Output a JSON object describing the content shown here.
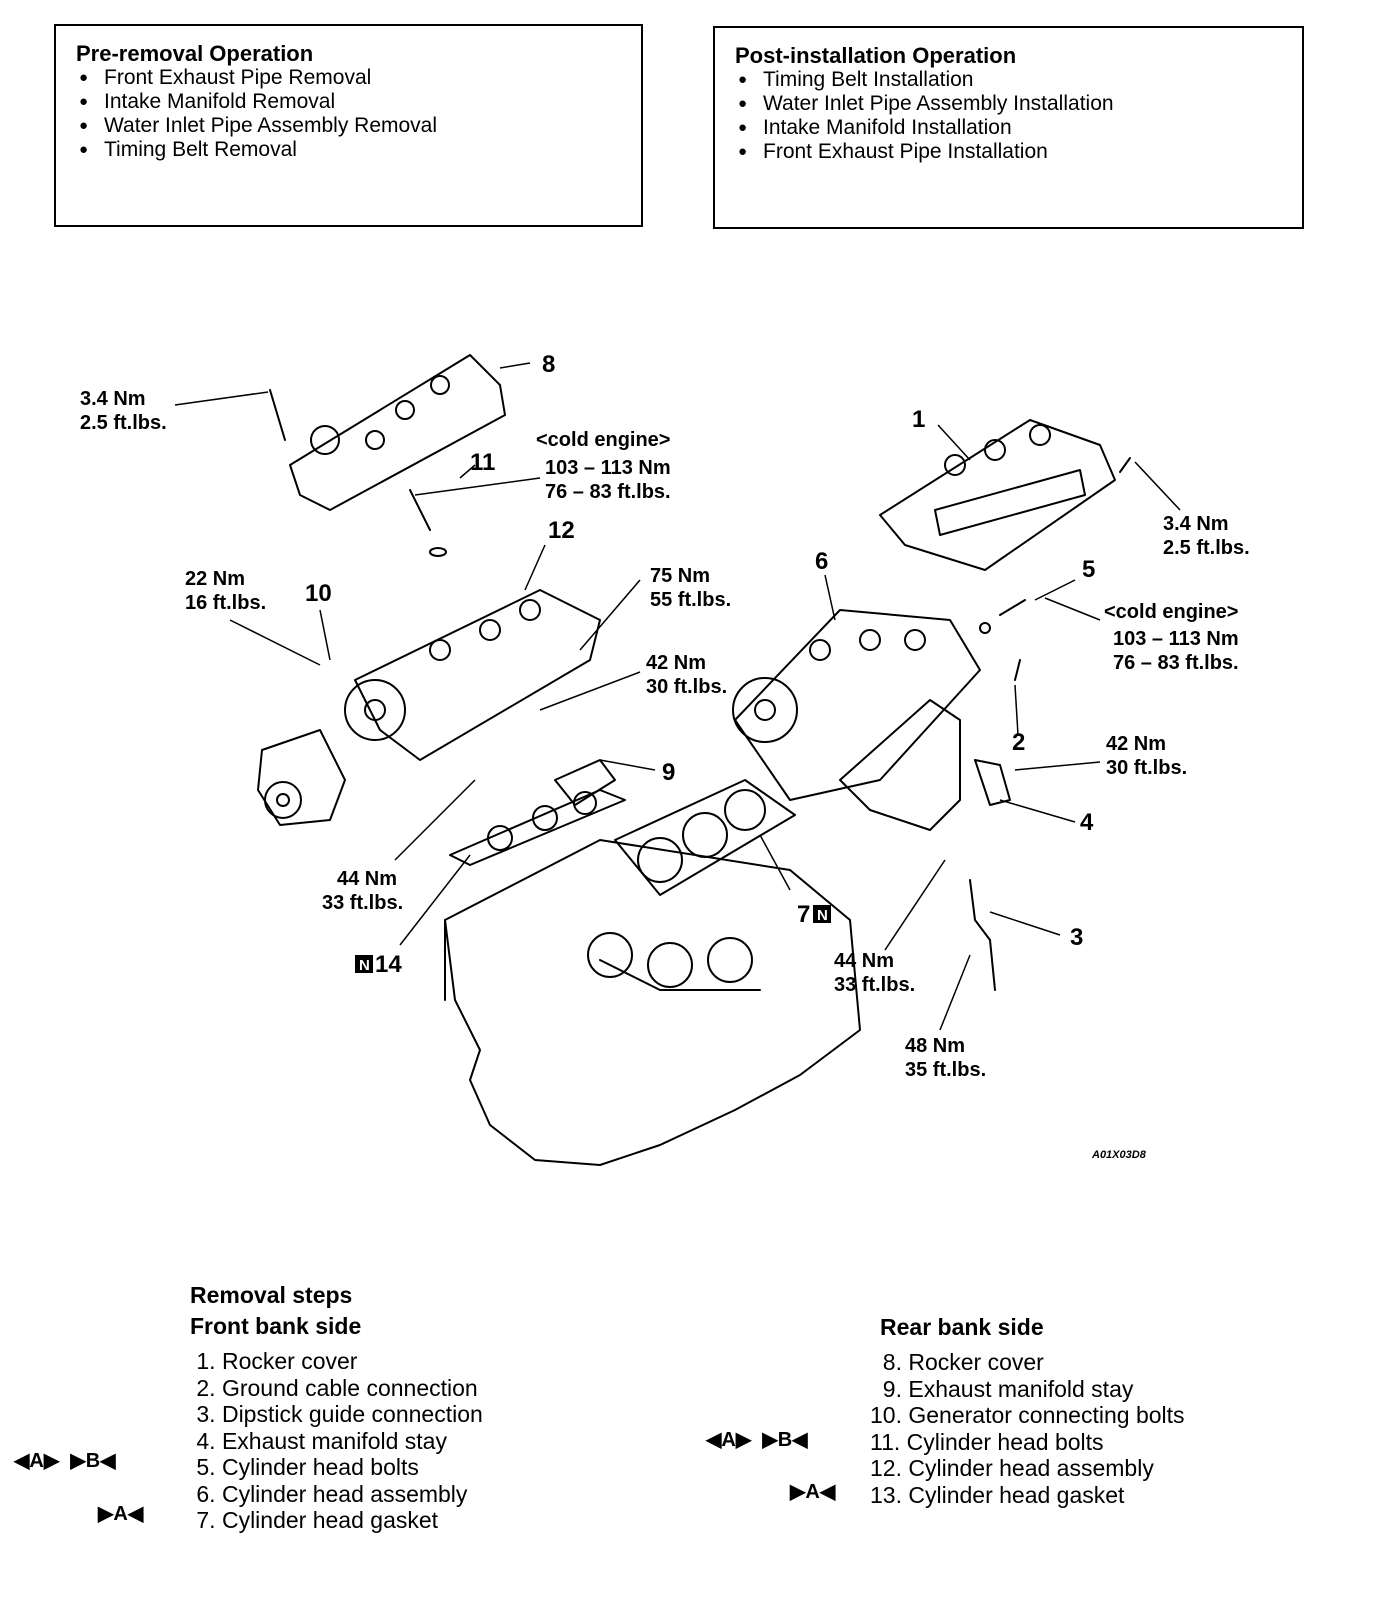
{
  "pre_removal": {
    "title": "Pre-removal Operation",
    "items": [
      "Front Exhaust Pipe Removal",
      "Intake Manifold Removal",
      "Water Inlet Pipe Assembly Removal",
      "Timing Belt Removal"
    ]
  },
  "post_installation": {
    "title": "Post-installation Operation",
    "items": [
      "Timing Belt Installation",
      "Water Inlet Pipe Assembly Installation",
      "Intake Manifold Installation",
      "Front Exhaust Pipe Installation"
    ]
  },
  "diagram": {
    "torque_8_nm": "3.4 Nm",
    "torque_8_ft": "2.5 ft.lbs.",
    "part_8": "8",
    "cold_11": "<cold engine>",
    "torque_11_nm": "103 – 113 Nm",
    "torque_11_ft": "76 – 83 ft.lbs.",
    "part_11": "11",
    "part_12": "12",
    "torque_10_nm": "22 Nm",
    "torque_10_ft": "16 ft.lbs.",
    "part_10": "10",
    "torque_12_nm": "75 Nm",
    "torque_12_ft": "55 ft.lbs.",
    "torque_9_nm": "42 Nm",
    "torque_9_ft": "30 ft.lbs.",
    "part_9": "9",
    "torque_14_nm": "44 Nm",
    "torque_14_ft": "33 ft.lbs.",
    "part_14": "14",
    "part_7": "7",
    "part_1": "1",
    "torque_1_nm": "3.4 Nm",
    "torque_1_ft": "2.5 ft.lbs.",
    "part_6": "6",
    "part_5": "5",
    "cold_5": "<cold engine>",
    "torque_5_nm": "103 – 113 Nm",
    "torque_5_ft": "76 – 83 ft.lbs.",
    "part_2": "2",
    "torque_4_nm": "42 Nm",
    "torque_4_ft": "30 ft.lbs.",
    "part_4": "4",
    "part_3": "3",
    "torque_3a_nm": "44 Nm",
    "torque_3a_ft": "33 ft.lbs.",
    "torque_3b_nm": "48 Nm",
    "torque_3b_ft": "35 ft.lbs.",
    "new_marker": "N",
    "figure_code": "A01X03D8"
  },
  "removal": {
    "title": "Removal steps",
    "front_title": "Front bank side",
    "rear_title": "Rear bank side",
    "front": [
      " 1. Rocker cover",
      " 2. Ground cable connection",
      " 3. Dipstick guide connection",
      " 4. Exhaust manifold stay",
      " 5. Cylinder head bolts",
      " 6. Cylinder head assembly",
      " 7. Cylinder head gasket"
    ],
    "rear": [
      "  8. Rocker cover",
      "  9. Exhaust manifold stay",
      "10. Generator connecting bolts",
      "11. Cylinder head bolts",
      "12. Cylinder head assembly",
      "13. Cylinder head gasket"
    ],
    "mark_front_5": "◀A▶  ▶B◀",
    "mark_front_7": "▶A◀",
    "mark_rear_11": "◀A▶  ▶B◀",
    "mark_rear_13": "▶A◀"
  }
}
